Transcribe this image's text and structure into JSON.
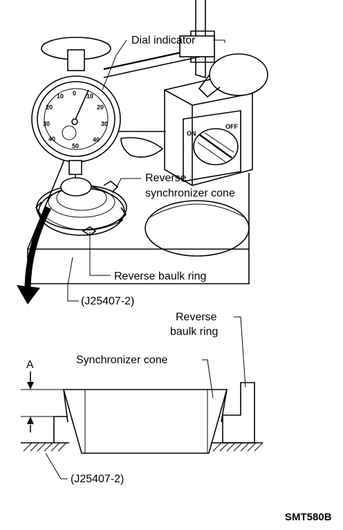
{
  "labels": {
    "dial_indicator": "Dial indicator",
    "reverse_sync_cone_line1": "Reverse",
    "reverse_sync_cone_line2": "synchronizer cone",
    "reverse_baulk_ring_top": "Reverse baulk ring",
    "tool_top": "(J25407-2)",
    "reverse_baulk_ring_line1": "Reverse",
    "reverse_baulk_ring_line2": "baulk ring",
    "synchronizer_cone": "Synchronizer cone",
    "dimension": "A",
    "tool_bottom": "(J25407-2)",
    "figure_code": "SMT580B"
  },
  "base_switch": {
    "on_text": "ON",
    "off_text": "OFF"
  },
  "dial_numbers": [
    "0",
    "10",
    "20",
    "30",
    "40",
    "50",
    "40",
    "30",
    "20",
    "10"
  ]
}
